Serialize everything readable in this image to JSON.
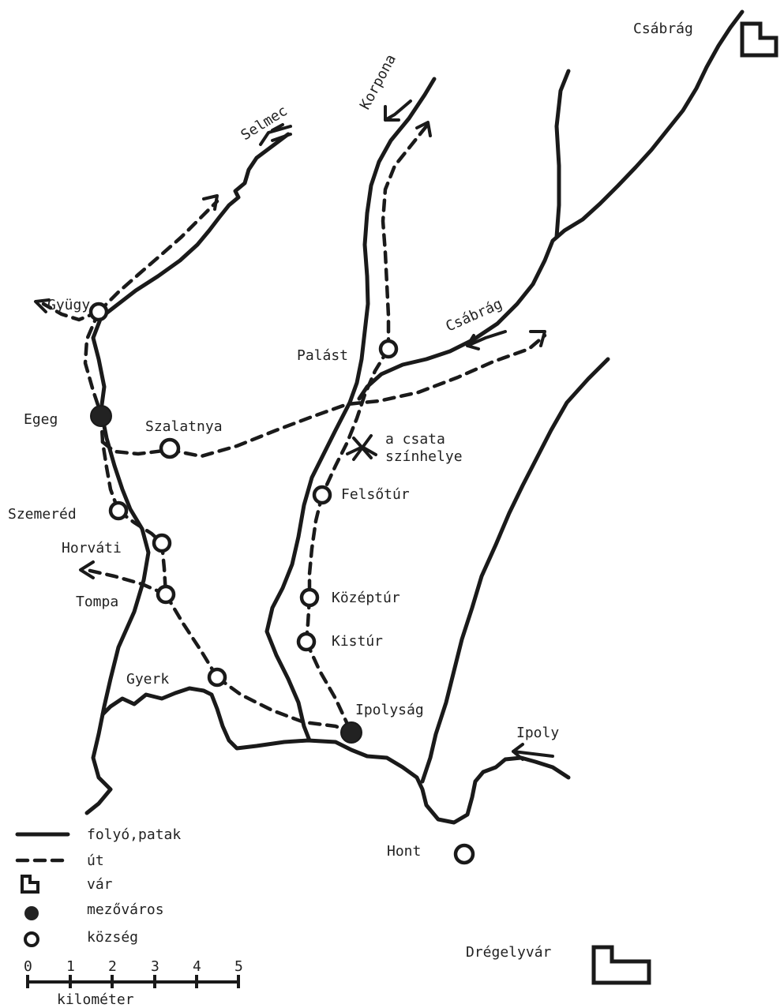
{
  "places": {
    "csabrag_castle": "Csábrág",
    "selmec": "Selmec",
    "korpona": "Korpona",
    "gyugy": "Gyügy",
    "palast": "Palást",
    "csabrag_river": "Csábrág",
    "egeg": "Egeg",
    "szalatnya": "Szalatnya",
    "battle_line1": "a csata",
    "battle_line2": "színhelye",
    "felsotur": "Felsőtúr",
    "szemered": "Szemeréd",
    "horvati": "Horváti",
    "tompa": "Tompa",
    "kozeptur": "Középtúr",
    "kistur": "Kistúr",
    "gyerk": "Gyerk",
    "ipolysag": "Ipolyság",
    "ipoly": "Ipoly",
    "hont": "Hont",
    "dregelyvar": "Drégelyvár"
  },
  "legend": {
    "river": "folyó,patak",
    "road": "út",
    "castle": "vár",
    "market_town": "mezőváros",
    "village": "község"
  },
  "scale": {
    "ticks": [
      "0",
      "1",
      "2",
      "3",
      "4",
      "5"
    ],
    "unit": "kilométer"
  },
  "colors": {
    "ink": "#1a1a1a",
    "paper": "#ffffff"
  }
}
